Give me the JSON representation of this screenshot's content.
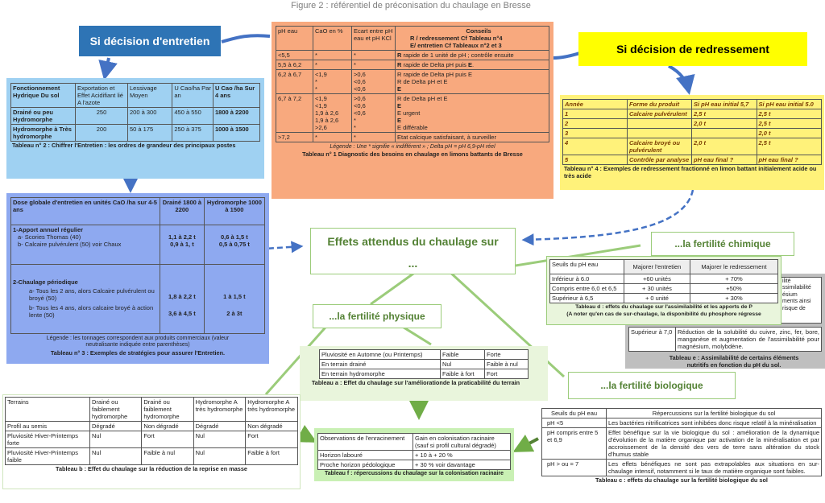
{
  "figure_title": "Figure 2 : référentiel de préconisation du chaulage en Bresse",
  "labels": {
    "entretien": "Si décision d'entretien",
    "redressement": "Si décision de redressement",
    "effets": "Effets attendus du chaulage sur",
    "effets_dots": "...",
    "chimique": "...la fertilité chimique",
    "physique": "...la fertilité physique",
    "biologique": "...la fertilité biologique"
  },
  "t1": {
    "headers": [
      "pH eau",
      "CaO en %",
      "Ecart entre pH eau et pH KCl",
      "Conseils"
    ],
    "conseils_sub": [
      "R / redressement Cf Tableau n°4",
      "E/ entretien Cf Tableaux n°2 et 3"
    ],
    "rows": [
      {
        "ph": "<5,5",
        "cao": [
          "*"
        ],
        "ecart": [
          "*"
        ],
        "c": [
          {
            "b": "R",
            "t": " rapide de 1 unité de pH ; contrôle ensuite"
          }
        ]
      },
      {
        "ph": "5,5 à 6,2",
        "cao": [
          "*"
        ],
        "ecart": [
          "*"
        ],
        "c": [
          {
            "b": "R",
            "t": " rapide de Delta pH puis "
          },
          {
            "b": "E",
            "t": "."
          }
        ]
      },
      {
        "ph": "6,2 à 6,7",
        "cao": [
          "<1,9",
          "*",
          "*"
        ],
        "ecart": [
          ">0,6",
          "<0,6",
          "<0,6"
        ],
        "c": [
          {
            "b": "R",
            "t": " rapide de Delta pH puis "
          },
          {
            "b": "E",
            "t": ""
          }
        ]
      },
      {
        "ph": "6,7 à 7,2",
        "cao": [
          "<1,9",
          "<1,9",
          "1,9 à 2,6",
          "1,9 à 2,6",
          ">2,6"
        ],
        "ecart": [
          ">0,6",
          "<0,6",
          "<0,6",
          "*",
          "*"
        ],
        "c": [
          {
            "b": "R",
            "t": " de Delta pH et "
          },
          {
            "b": "E",
            "t": ""
          }
        ]
      },
      {
        "ph": ">7,2",
        "cao": [
          "*"
        ],
        "ecart": [
          "*"
        ],
        "c": [
          {
            "b": "",
            "t": "Etat calcique satisfaisant, à surveiller"
          }
        ]
      }
    ],
    "r3_lines": [
      "R rapide de Delta pH puis E",
      "R de Delta pH et E",
      "E"
    ],
    "r4_lines": [
      "R de Delta pH et E",
      "E",
      "E urgent",
      "E",
      "E différable"
    ],
    "legend": "Légende : Une * signifie « indifférent » ; Delta pH = pH 6,9-pH réel",
    "caption": "Tableau n° 1 Diagnostic des besoins en chaulage en limons battants de Bresse"
  },
  "t2": {
    "headers": [
      "Fonctionnement Hydrique Du sol",
      "Exportation et Effet Acidifiant lié A l'azote",
      "Lessivage Moyen",
      "U Cao/ha Par an",
      "U Cao /ha Sur 4 ans"
    ],
    "rows": [
      [
        "Drainé ou peu Hydromorphe",
        "250",
        "200 à 300",
        "450 à 550",
        "1800 à 2200"
      ],
      [
        "Hydromorphe à Très hydromorphe",
        "200",
        "50 à 175",
        "250 à 375",
        "1000 à 1500"
      ]
    ],
    "caption": "Tableau n° 2 : Chiffrer l'Entretien : les ordres de grandeur des principaux postes"
  },
  "t3": {
    "h_main": "Dose globale d'entretien en unités CaO /ha sur 4-5 ans",
    "h_c1": "Drainé 1800 à 2200",
    "h_c2": "Hydromorphe 1000 à 1500",
    "s1": "1-Apport annuel régulier",
    "s1a": "a- Scories Thomas (40)",
    "s1a_v": [
      "1,1 à 2,2 t",
      "0,6 à 1,5 t"
    ],
    "s1b": "b- Calcaire pulvérulent (50) voir Chaux",
    "s1b_v": [
      "0,9 à 1, t",
      "0,5 à 0,75 t"
    ],
    "s2": "2-Chaulage périodique",
    "s2a": "a- Tous les 2 ans, alors Calcaire pulvérulent ou broyé (50)",
    "s2a_v": [
      "1,8 à 2,2 t",
      "1 à 1,5 t"
    ],
    "s2b": "b- Tous les 4 ans, alors calcaire broyé à action lente (50)",
    "s2b_v": [
      "3,6 à 4,5 t",
      "2 à 3t"
    ],
    "legend": "Légende : les tonnages correspondent aux produits commerciaux (valeur neutralisante indiquée entre parenthèses)",
    "caption": "Tableau n° 3 : Exemples de stratégies pour assurer l'Entretien."
  },
  "t4": {
    "headers": [
      "Année",
      "Forme du produit",
      "Si pH eau initial 5,7",
      "Si pH eau initial 5.0"
    ],
    "rows": [
      [
        "1",
        "Calcaire pulvérulent",
        "2,5 t",
        "2,5 t"
      ],
      [
        "2",
        "",
        "2,0 t",
        "2,5 t"
      ],
      [
        "3",
        "",
        "",
        "2,0 t"
      ],
      [
        "4",
        "Calcaire broyé ou pulvérulent",
        "2,0 t",
        "2,5 t"
      ],
      [
        "5",
        "Contrôle par analyse",
        "pH eau final ?",
        "pH eau final ?"
      ]
    ],
    "caption": "Tableau n° 4 : Exemples de redressement fractionné en limon battant initialement acide ou très acide"
  },
  "td": {
    "headers": [
      "Seuils du pH eau",
      "Majorer l'entretien",
      "Majorer le redressement"
    ],
    "rows": [
      [
        "Inférieur à 6.0",
        "+60 unités",
        "+ 70%"
      ],
      [
        "Compris entre 6,0 et 6,5",
        "+ 30 unités",
        "+50%"
      ],
      [
        "Supérieur à 6,5",
        "+ 0 unité",
        "+ 30%"
      ]
    ],
    "caption": "Tableau d : effets du chaulage sur l'assimilabilité et les apports de P",
    "note": "(A noter qu'en cas de sur-chaulage, la disponibilité du phosphore régresse"
  },
  "te": {
    "peek": [
      "ilité",
      "ssimilabilité",
      "ésium",
      "ments ainsi",
      "risque de"
    ],
    "row_seuil": "Supérieur à 7,0",
    "row_text": "Réduction de la solubilité du cuivre, zinc, fer, bore, manganèse et augmentation de l'assimilabilité pour magnésium, molybdène.",
    "caption": "Tableau e : Assimilabilité de certains éléments nutritifs en fonction du pH du sol."
  },
  "ta": {
    "rows": [
      [
        "Pluviosité en Automne (ou Printemps)",
        "Faible",
        "Forte"
      ],
      [
        "En terrain drainé",
        "Nul",
        "Faible à nul"
      ],
      [
        "En terrain hydromorphe",
        "Faible à fort",
        "Fort"
      ]
    ],
    "caption": "Tableau a : Effet du chaulage sur l'améliorationde la praticabilité du terrain"
  },
  "tb": {
    "headers": [
      "Terrains",
      "Drainé ou faiblement hydromorphe",
      "Drainé ou faiblement hydromorphe",
      "Hydromorphe A très hydromorphe",
      "Hydromorphe A très hydromorphe"
    ],
    "rows": [
      [
        "Profil au semis",
        "Dégradé",
        "Non dégradé",
        "Dégradé",
        "Non dégradé"
      ],
      [
        "Pluviosité Hiver-Printemps forte",
        "Nul",
        "Fort",
        "Nul",
        "Fort"
      ],
      [
        "Pluviosité Hiver-Printemps faible",
        "Nul",
        "Faible à nul",
        "Nul",
        "Faible à fort"
      ]
    ],
    "caption": "Tableau b : Effet du chaulage sur la réduction de la reprise en masse"
  },
  "tf": {
    "headers": [
      "Observations de l'enracinement",
      "Gain en colonisation racinaire (sauf si profil cultural dégradé)"
    ],
    "rows": [
      [
        "Horizon labouré",
        "+ 10 à + 20 %"
      ],
      [
        "Proche horizon pédologique",
        "+ 30 % voir davantage"
      ]
    ],
    "caption": "Tableau f : répercussions du chaulage sur la colonisation racinaire"
  },
  "tc": {
    "headers": [
      "Seuils du pH eau",
      "Répercussions sur la fertilité biologique du sol"
    ],
    "rows": [
      [
        "pH <5",
        "Les bactéries nitrificatrices sont inhibées donc risque relatif à la minéralisation"
      ],
      [
        "pH compris entre 5 et 6,9",
        "Effet bénéfique sur la vie biologique du sol : amélioration de la dynamique d'évolution de la matière organique par activation de la minéralisation et par accroissement de la densité des vers de terre sans altération du stock d'humus stable"
      ],
      [
        "pH > ou = 7",
        "Les effets bénéfiques ne sont pas extrapolables aux situations en sur-chaulage intensif, notamment si le taux de matière organique sont faibles."
      ]
    ],
    "caption": "Tableau c : effets du chaulage sur la fertilité biologique du sol"
  },
  "colors": {
    "blue_box": "#2e74b5",
    "yellow_box": "#ffff00",
    "green_border": "#9bcc7a",
    "arrow_blue": "#4472c4",
    "arrow_green": "#8fc46a",
    "orange": "#f8a97e",
    "light_blue": "#9fd1f2",
    "mid_blue": "#8ea9f0",
    "yellow_table": "#fff27a",
    "green_light": "#e9f5dc"
  }
}
